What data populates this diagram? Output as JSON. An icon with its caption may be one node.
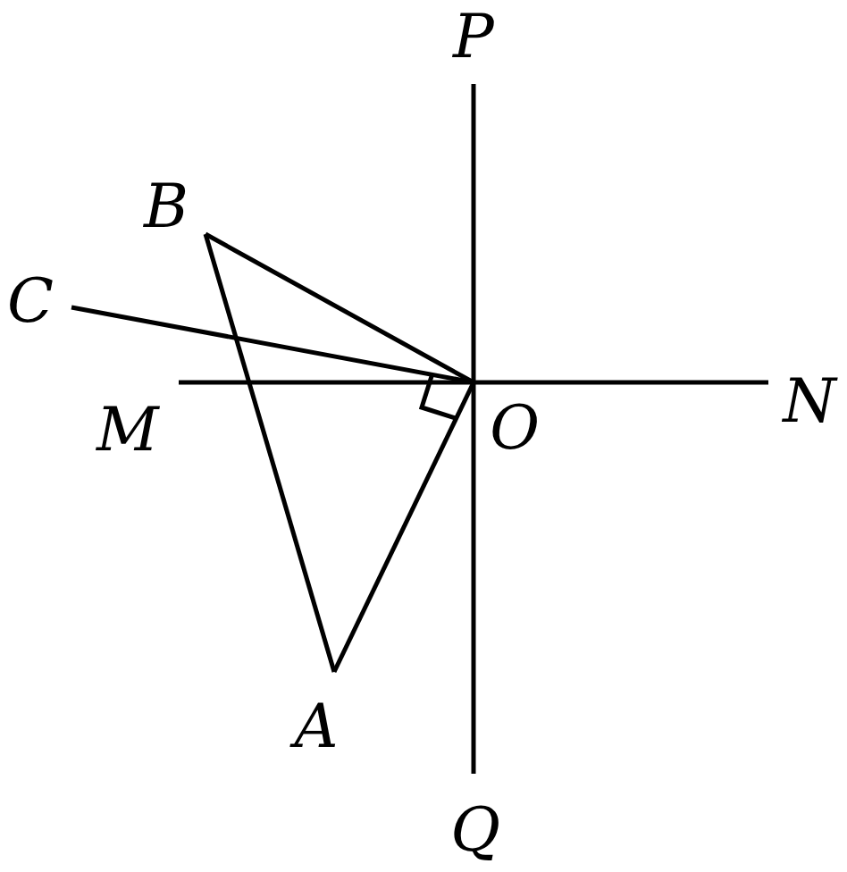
{
  "diagram": {
    "nodes": [
      {
        "text": [
          "P"
        ]
      },
      {
        "text": [
          "B"
        ]
      },
      {
        "text": [
          "C"
        ]
      },
      {
        "text": [
          "M"
        ]
      },
      {
        "text": [
          "O"
        ]
      },
      {
        "text": [
          "N"
        ]
      },
      {
        "text": [
          "A"
        ]
      },
      {
        "text": [
          "Q"
        ]
      }
    ],
    "edges": [
      {
        "from": 4,
        "to": 0,
        "arrow": "none"
      },
      {
        "from": 4,
        "to": 7,
        "arrow": "none"
      },
      {
        "from": 4,
        "to": 3,
        "arrow": "none"
      },
      {
        "from": 4,
        "to": 5,
        "arrow": "none"
      },
      {
        "from": 4,
        "to": 1,
        "arrow": "none"
      },
      {
        "from": 4,
        "to": 2,
        "arrow": "none"
      },
      {
        "from": 4,
        "to": 6,
        "arrow": "none"
      },
      {
        "from": 1,
        "to": 6,
        "arrow": "none"
      }
    ]
  }
}
